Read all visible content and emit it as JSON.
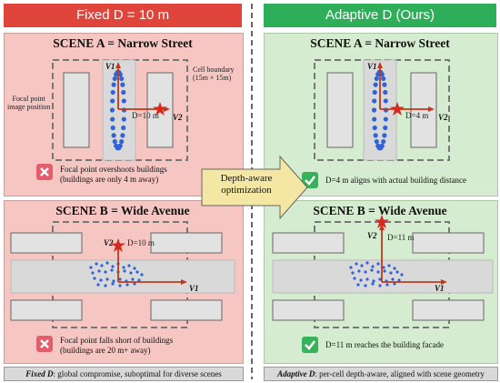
{
  "left": {
    "header": "Fixed D = 10 m",
    "scene_a": {
      "title": "SCENE A = Narrow Street",
      "cell_boundary_1": "Cell boundary",
      "cell_boundary_2": "(15m × 15m)",
      "focal_label_1": "Focal point",
      "focal_label_2": "image position",
      "v1": "V1",
      "v2": "V2",
      "depth": "D=10 m",
      "caption_1": "Focal point overshoots buildings",
      "caption_2": "(buildings are only 4 m away)"
    },
    "scene_b": {
      "title": "SCENE B = Wide Avenue",
      "v1": "V1",
      "v2": "V2",
      "depth": "D=10 m",
      "caption_1": "Focal point falls short of buildings",
      "caption_2": "(buildings are 20 m+ away)"
    },
    "footer_bold": "Fixed D",
    "footer_rest": ": global compromise, suboptimal for diverse scenes"
  },
  "middle": {
    "arrow_1": "Depth-aware",
    "arrow_2": "optimization"
  },
  "right": {
    "header": "Adaptive D (Ours)",
    "scene_a": {
      "title": "SCENE A = Narrow Street",
      "v1": "V1",
      "v2": "V2",
      "depth": "D=4 m",
      "caption": "D=4 m aligns with actual building distance"
    },
    "scene_b": {
      "title": "SCENE B = Wide Avenue",
      "v1": "V1",
      "v2": "V2",
      "depth": "D=11 m",
      "caption": "D=11 m reaches the building facade"
    },
    "footer_bold": "Adaptive D",
    "footer_rest": ": per-cell depth-aware, aligned with scene geometry"
  },
  "colors": {
    "fixed_header": "#e0453c",
    "adaptive_header": "#2fae5a",
    "fixed_bg": "#f6c6c3",
    "adaptive_bg": "#d6ecd0",
    "star": "#d42a1f",
    "dots": "#2f63d6",
    "axis": "#c0391b"
  }
}
